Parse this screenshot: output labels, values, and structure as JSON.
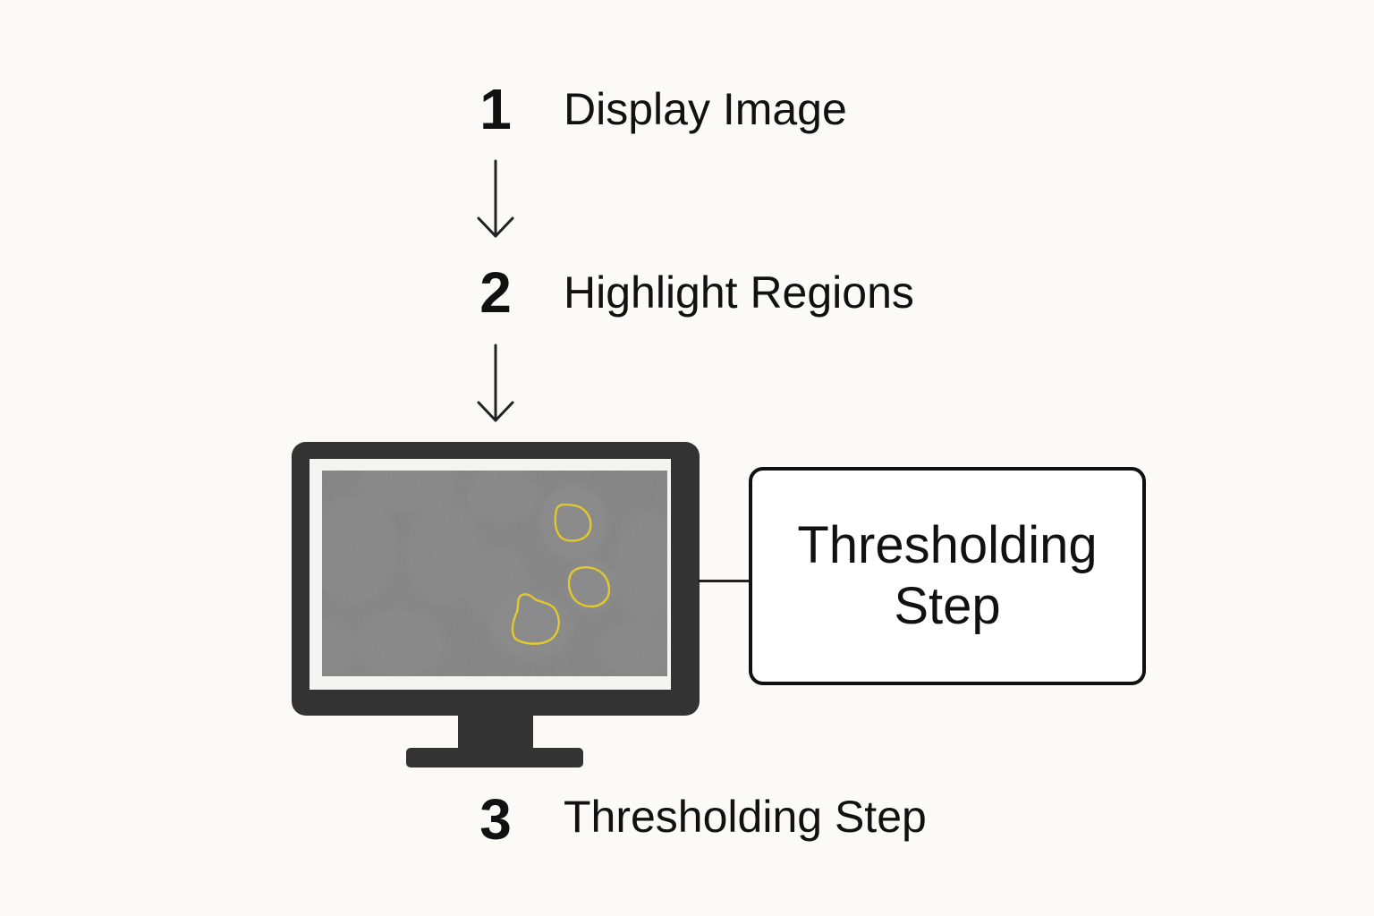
{
  "steps": [
    {
      "number": "1",
      "label": "Display Image"
    },
    {
      "number": "2",
      "label": "Highlight Regions"
    },
    {
      "number": "3",
      "label": "Thresholding Step"
    }
  ],
  "callout": {
    "text": "Thresholding Step"
  },
  "icons": {
    "arrow": "down-arrow-icon",
    "monitor": "monitor-icon"
  },
  "colors": {
    "background": "#fbfaf6",
    "text": "#111111",
    "monitor": "#333333",
    "highlight_outline": "#e3c72f",
    "micrograph_bg": "#4a4a4a"
  }
}
